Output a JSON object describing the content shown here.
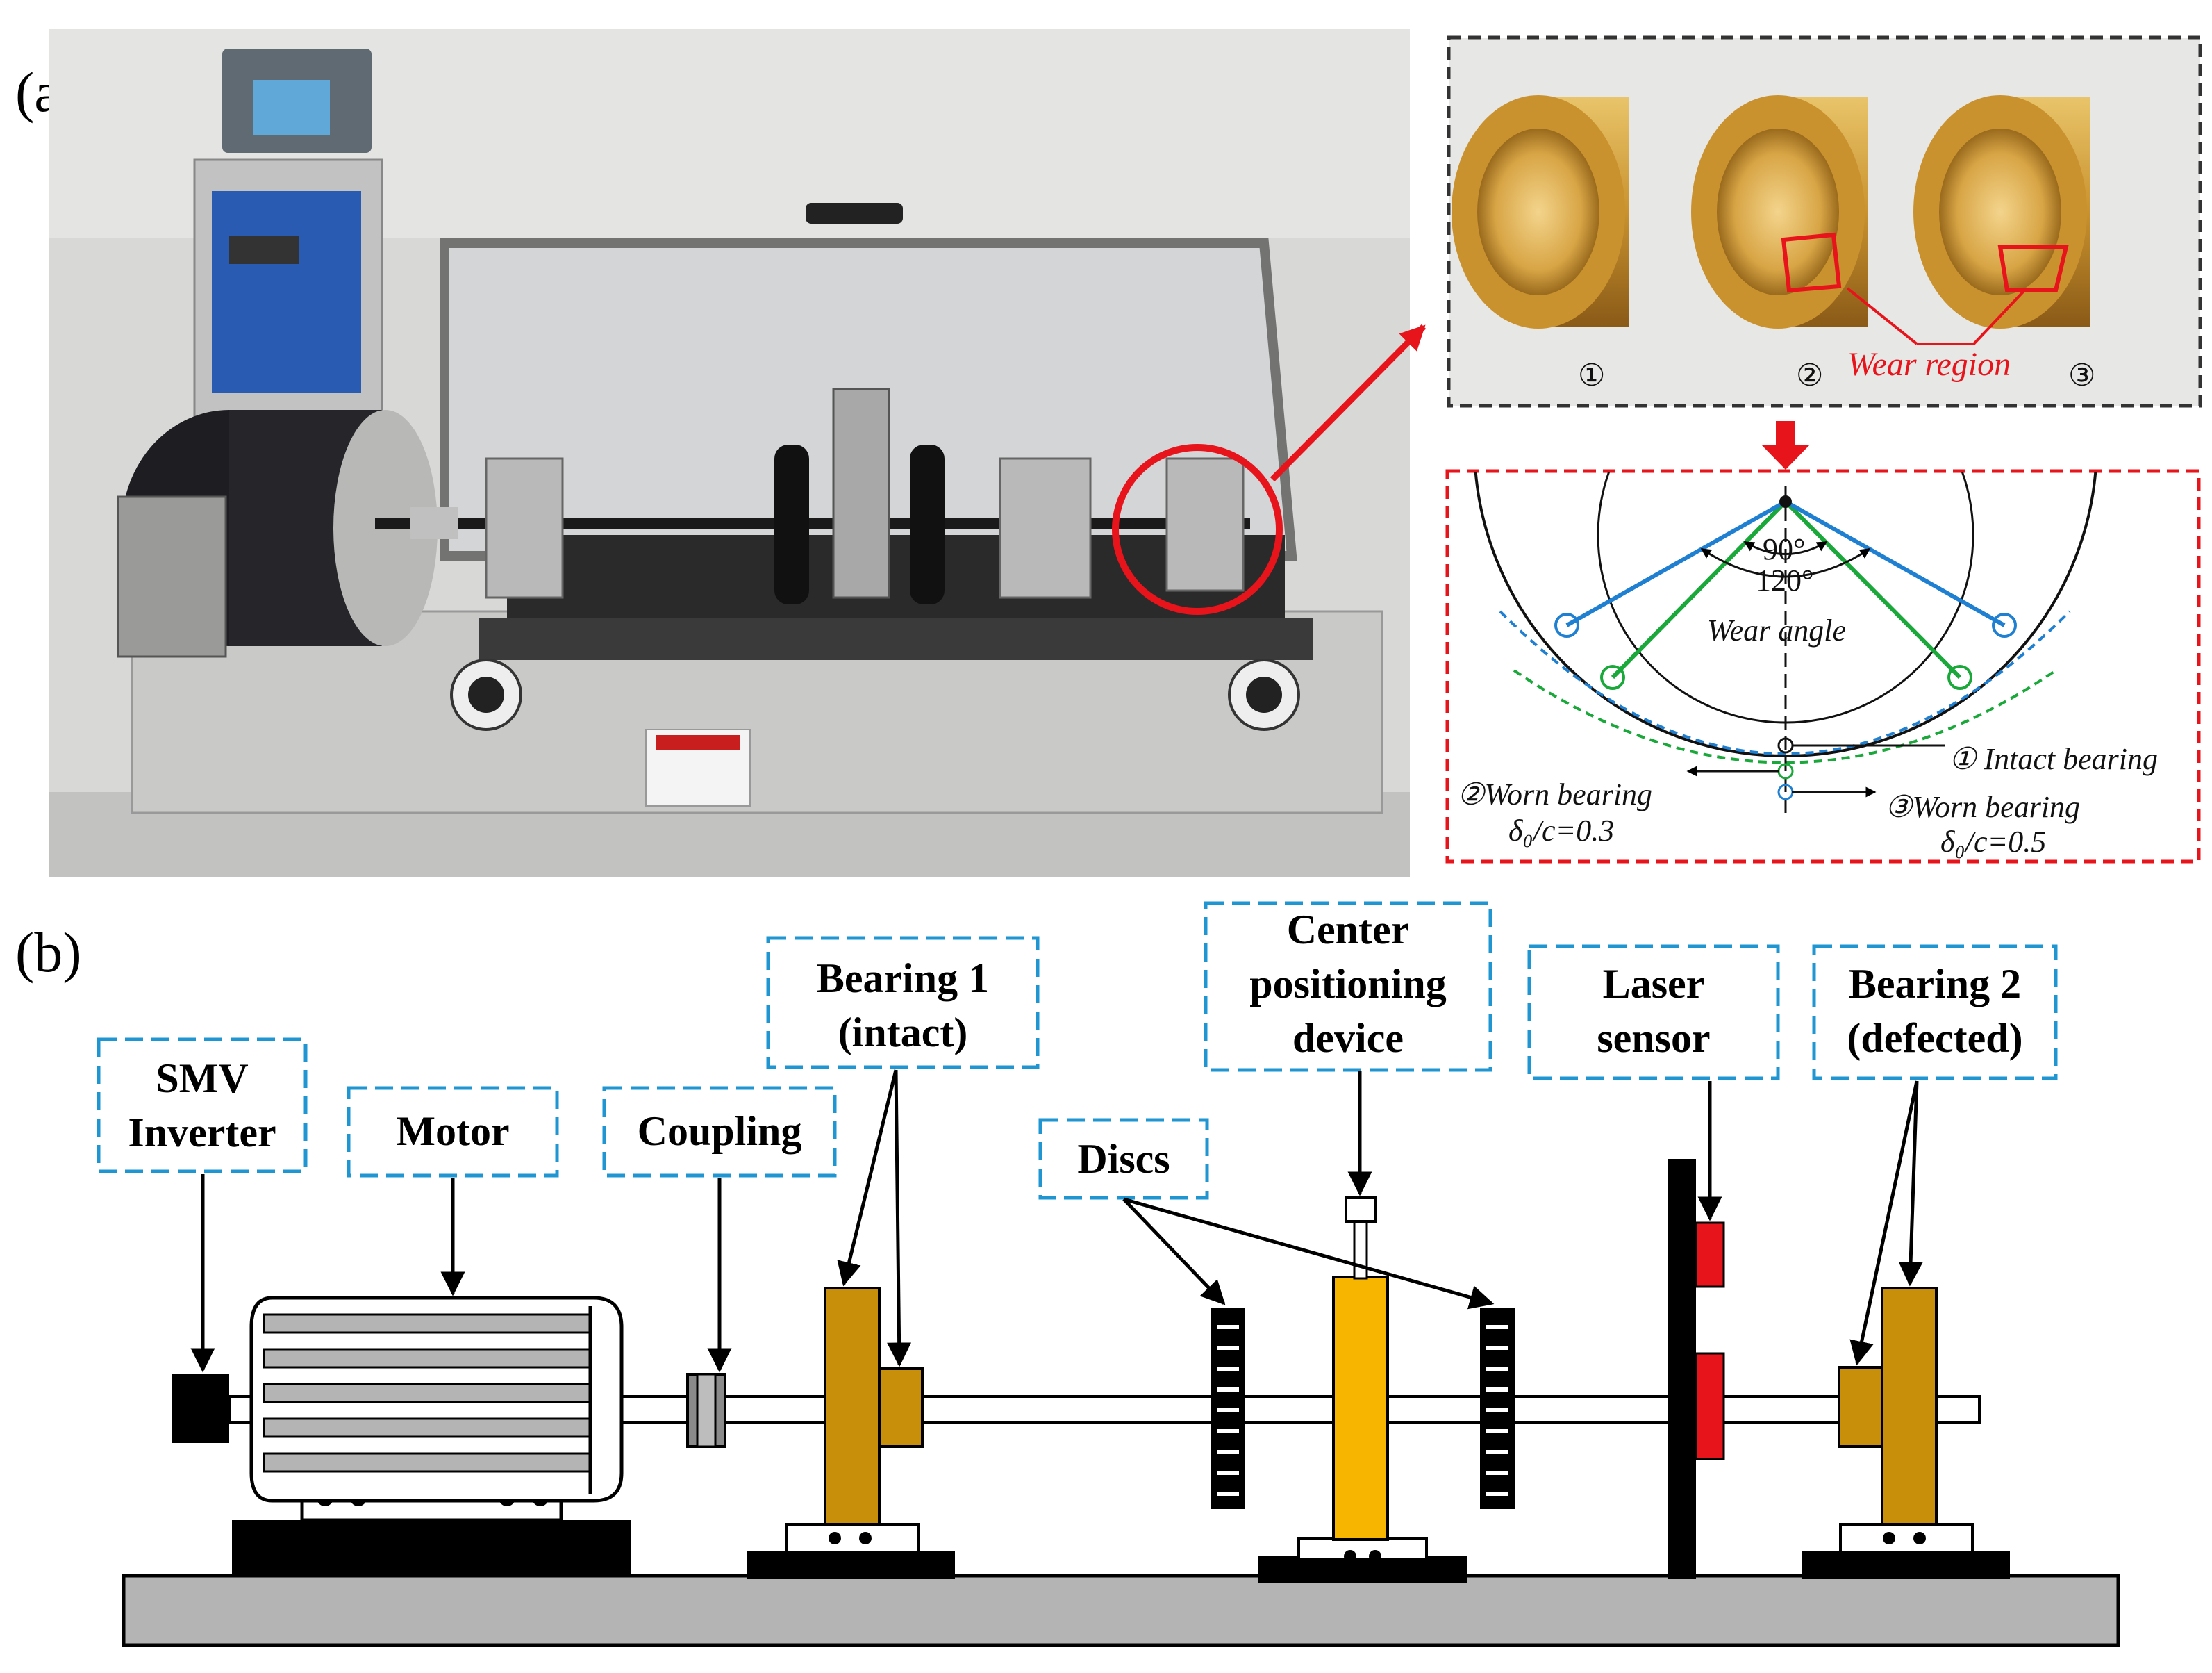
{
  "panel_labels": {
    "a": "(a)",
    "b": "(b)"
  },
  "photo": {
    "bearing_numbers": [
      "①",
      "②",
      "③"
    ],
    "wear_region": "Wear region"
  },
  "wear_diagram": {
    "angle_90": "90°",
    "angle_120": "120°",
    "wear_angle": "Wear angle",
    "intact": "① Intact bearing",
    "worn2_title": "②Worn bearing",
    "worn2_value": "δ₀/c=0.3",
    "worn3_title": "③Worn bearing",
    "worn3_value": "δ₀/c=0.5"
  },
  "schematic": {
    "smv": [
      "SMV",
      "Inverter"
    ],
    "motor": "Motor",
    "coupling": "Coupling",
    "bearing1": [
      "Bearing 1",
      "(intact)"
    ],
    "discs": "Discs",
    "center": [
      "Center",
      "positioning",
      "device"
    ],
    "laser": [
      "Laser",
      "sensor"
    ],
    "bearing2": [
      "Bearing 2",
      "(defected)"
    ]
  },
  "colors": {
    "callout_blue": "#1f96d1",
    "bearing_gold": "#c8900a",
    "device_yellow": "#f7b500",
    "sensor_red": "#e8141c",
    "base_gray": "#b4b4b4",
    "wear_red": "#e8141c",
    "green_line": "#1aa83a",
    "blue_line": "#1f7fd1"
  }
}
